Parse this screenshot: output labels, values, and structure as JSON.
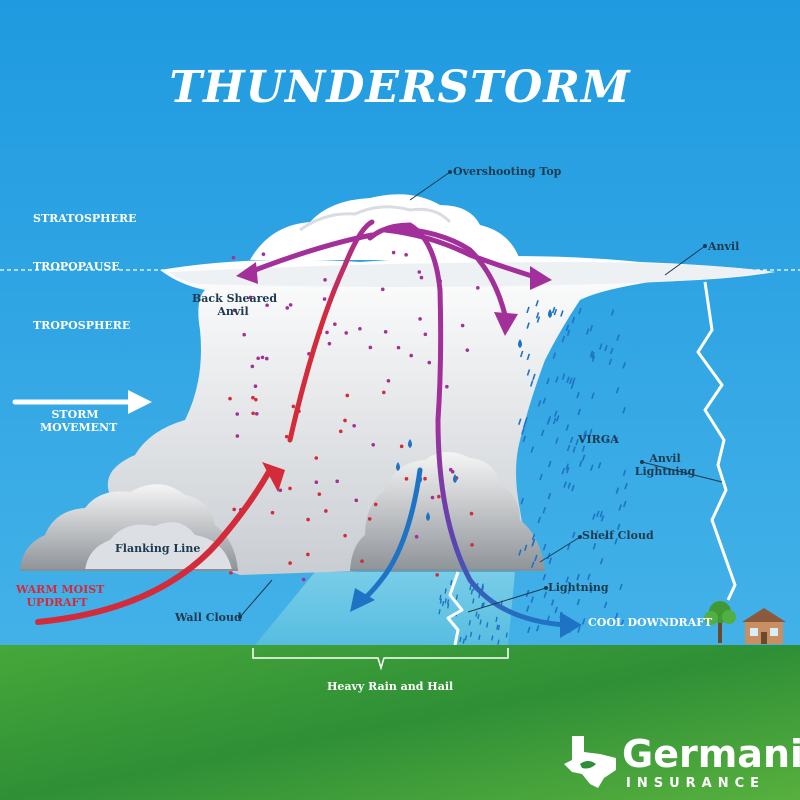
{
  "title": "THUNDERSTORM",
  "layers": {
    "stratosphere": "STRATOSPHERE",
    "tropopause": "TROPOPAUSE",
    "troposphere": "TROPOSPHERE"
  },
  "labels": {
    "overshooting_top": "Overshooting Top",
    "anvil": "Anvil",
    "back_sheared_anvil_1": "Back Sheared",
    "back_sheared_anvil_2": "Anvil",
    "storm_movement_1": "STORM",
    "storm_movement_2": "MOVEMENT",
    "virga": "VIRGA",
    "anvil_lightning_1": "Anvil",
    "anvil_lightning_2": "Lightning",
    "flanking_line": "Flanking Line",
    "shelf_cloud": "Shelf Cloud",
    "warm_moist_updraft_1": "WARM MOIST",
    "warm_moist_updraft_2": "UPDRAFT",
    "wall_cloud": "Wall Cloud",
    "lightning": "Lightning",
    "cool_downdraft": "COOL DOWNDRAFT",
    "heavy_rain_and_hail": "Heavy Rain and Hail"
  },
  "logo": {
    "name": "Germania",
    "sub": "INSURANCE"
  },
  "colors": {
    "sky": "#2aa3e2",
    "grass": "#3fa33a",
    "cloud": "#f4f6f8",
    "updraft_red": "#d42b3a",
    "downdraft_blue": "#1f73c4",
    "outflow_magenta": "#a3309a",
    "label_text": "#1d3a4f"
  }
}
